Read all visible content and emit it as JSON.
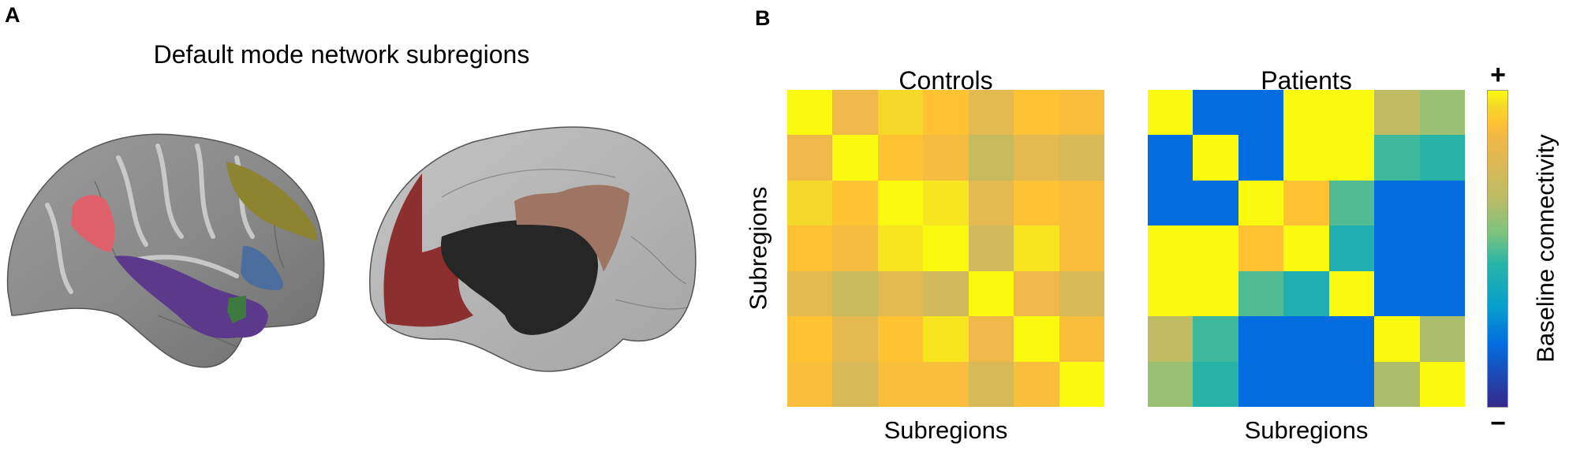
{
  "panel_a": {
    "letter": "A",
    "title": "Default mode network subregions",
    "region_colors": {
      "lateral_pink": "#E0606B",
      "lateral_olive": "#8C8430",
      "lateral_purple": "#5B3A8C",
      "lateral_blue": "#4B6E9E",
      "lateral_green": "#3C7A40",
      "medial_red": "#8C2F2F",
      "medial_black": "#262626",
      "medial_brown": "#9E7563"
    }
  },
  "panel_b": {
    "letter": "B",
    "colorbar": {
      "label": "Baseline connectivity",
      "max_label": "+",
      "min_label": "−",
      "stops": [
        {
          "v": 0.0,
          "c": "#35288A"
        },
        {
          "v": 0.2,
          "c": "#036DE0"
        },
        {
          "v": 0.32,
          "c": "#08A0CC"
        },
        {
          "v": 0.45,
          "c": "#27B3A8"
        },
        {
          "v": 0.55,
          "c": "#7CC47E"
        },
        {
          "v": 0.65,
          "c": "#B8BC68"
        },
        {
          "v": 0.75,
          "c": "#D7B958"
        },
        {
          "v": 0.85,
          "c": "#F0B848"
        },
        {
          "v": 0.9,
          "c": "#FFC233"
        },
        {
          "v": 0.95,
          "c": "#F6D82A"
        },
        {
          "v": 1.0,
          "c": "#F9FA0F"
        }
      ]
    }
  },
  "chart_data": [
    {
      "type": "heatmap",
      "title": "Controls",
      "xlabel": "Subregions",
      "ylabel": "Subregions",
      "value_range": [
        0,
        1
      ],
      "values": [
        [
          1.0,
          0.85,
          0.95,
          0.9,
          0.8,
          0.9,
          0.88
        ],
        [
          0.85,
          1.0,
          0.9,
          0.87,
          0.7,
          0.8,
          0.75
        ],
        [
          0.95,
          0.9,
          1.0,
          0.97,
          0.8,
          0.9,
          0.88
        ],
        [
          0.9,
          0.87,
          0.97,
          1.0,
          0.73,
          0.97,
          0.88
        ],
        [
          0.8,
          0.7,
          0.8,
          0.73,
          1.0,
          0.85,
          0.75
        ],
        [
          0.9,
          0.8,
          0.9,
          0.97,
          0.85,
          1.0,
          0.88
        ],
        [
          0.88,
          0.75,
          0.88,
          0.88,
          0.75,
          0.88,
          1.0
        ]
      ]
    },
    {
      "type": "heatmap",
      "title": "Patients",
      "xlabel": "Subregions",
      "ylabel": "",
      "value_range": [
        0,
        1
      ],
      "values": [
        [
          1.0,
          0.2,
          0.2,
          1.0,
          1.0,
          0.68,
          0.6
        ],
        [
          0.2,
          1.0,
          0.2,
          1.0,
          1.0,
          0.48,
          0.45
        ],
        [
          0.2,
          0.2,
          1.0,
          0.9,
          0.5,
          0.2,
          0.2
        ],
        [
          1.0,
          1.0,
          0.9,
          1.0,
          0.42,
          0.2,
          0.2
        ],
        [
          1.0,
          1.0,
          0.5,
          0.42,
          1.0,
          0.2,
          0.2
        ],
        [
          0.68,
          0.48,
          0.2,
          0.2,
          0.2,
          1.0,
          0.63
        ],
        [
          0.6,
          0.45,
          0.2,
          0.2,
          0.2,
          0.63,
          1.0
        ]
      ]
    }
  ]
}
